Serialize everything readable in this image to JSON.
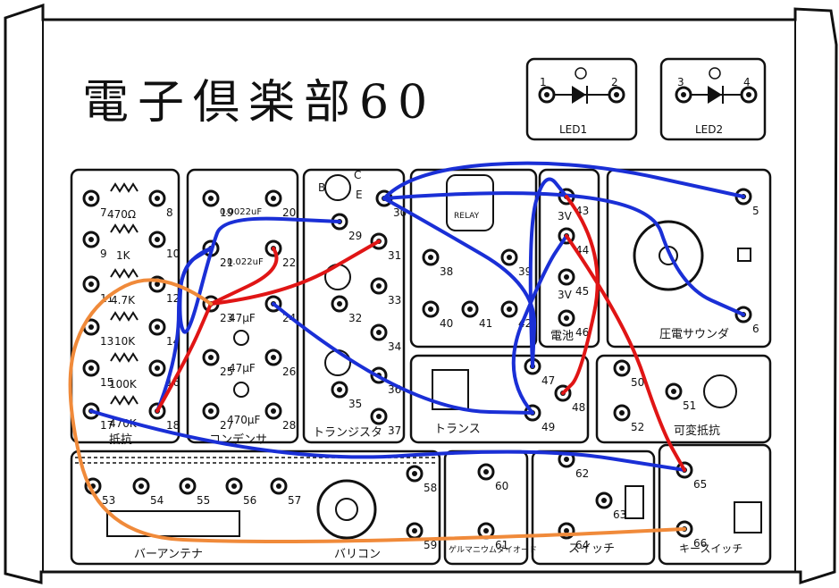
{
  "title": "電子倶楽部60",
  "led": {
    "led1_label": "LED1",
    "led2_label": "LED2",
    "pins": [
      "1",
      "2",
      "3",
      "4"
    ]
  },
  "sections": {
    "resistor": "抵抗",
    "capacitor": "コンデンサ",
    "transistor": "トランジスタ",
    "transformer": "トランス",
    "battery": "電池",
    "buzzer": "圧電サウンダ",
    "variable_resistor": "可変抵抗",
    "bar_antenna": "バーアンテナ",
    "varicon": "バリコン",
    "diode": "ゲルマニウムダイオード",
    "switch": "スイッチ",
    "key_switch": "キースイッチ"
  },
  "components": {
    "resistors": [
      "470Ω",
      "1K",
      "4.7K",
      "10K",
      "100K",
      "470K"
    ],
    "capacitors": [
      "0.0022uF",
      "0.022uF",
      "47µF",
      "47µF",
      "470µF"
    ],
    "battery_cells": [
      "3V",
      "3V"
    ],
    "transistor_marks": [
      "B",
      "C",
      "E"
    ],
    "relay_text": "RELAY"
  },
  "terminals": [
    "1",
    "2",
    "3",
    "4",
    "5",
    "6",
    "7",
    "8",
    "9",
    "10",
    "11",
    "12",
    "13",
    "14",
    "15",
    "16",
    "17",
    "18",
    "19",
    "20",
    "21",
    "22",
    "23",
    "24",
    "25",
    "26",
    "27",
    "28",
    "29",
    "30",
    "31",
    "32",
    "33",
    "34",
    "35",
    "36",
    "37",
    "38",
    "39",
    "40",
    "41",
    "42",
    "43",
    "44",
    "45",
    "46",
    "47",
    "48",
    "49",
    "50",
    "51",
    "52",
    "53",
    "54",
    "55",
    "56",
    "57",
    "58",
    "59",
    "60",
    "61",
    "62",
    "63",
    "64",
    "65",
    "66"
  ],
  "wire_colors": {
    "blue": "#1a2fd6",
    "red": "#e01515",
    "orange": "#f08a3a"
  }
}
